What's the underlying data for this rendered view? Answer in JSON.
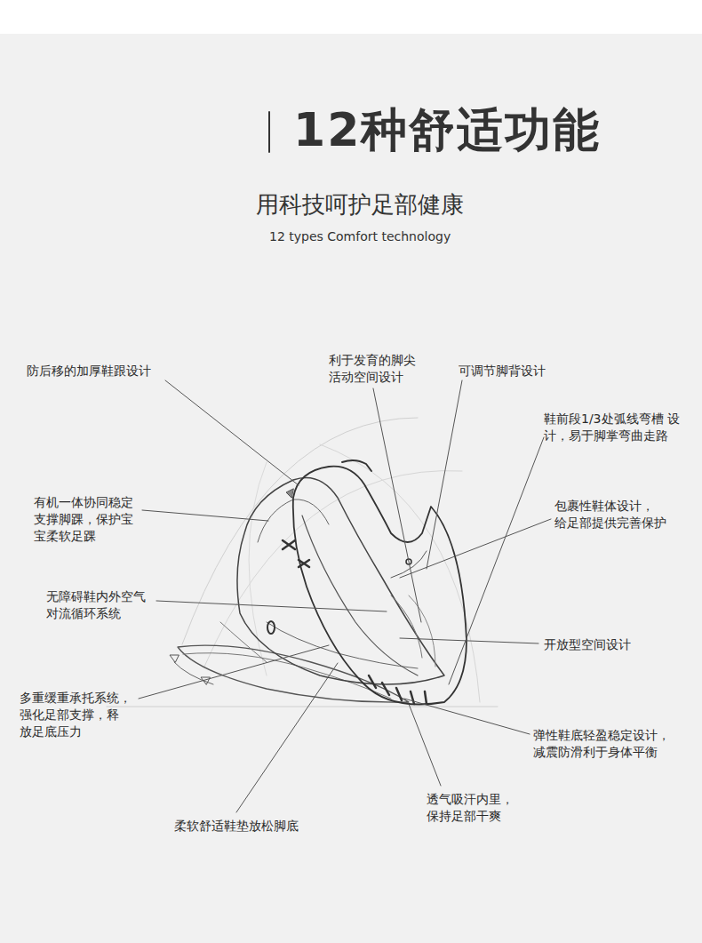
{
  "diagram": {
    "title": "12种舒适功能",
    "labels": [
      "用科技呵护足部健康",
      "12 types Comfort technology",
      "防后移的加厚鞋跟设计",
      "利于发育的脚尖 活动空间设计",
      "可调节脚背设计",
      "鞋前段1/3处弧线弯槽 设计，易于脚掌弯曲走路",
      "有机一体协同稳定 支撑脚踝，保护宝 宝柔软足踝",
      "包裹性鞋体设计， 给足部提供完善保护",
      "无障碍鞋内外空气 对流循环系统",
      "开放型空间设计",
      "多重缓重承托系统， 强化足部支撑，释 放足底压力",
      "弹性鞋底轻盈稳定设计， 减震防滑利于身体平衡",
      "透气吸汗内里， 保持足部干爽",
      "柔软舒适鞋垫放松脚底"
    ]
  }
}
